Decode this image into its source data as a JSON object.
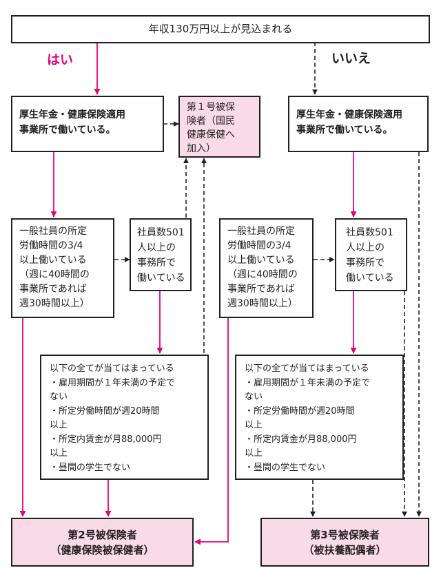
{
  "title_box": "年収130万円以上が見込まれる",
  "yes_label": "はい",
  "no_label": "いいえ",
  "left_employer": "厚生年金・健康保険適用\n事業所で働いている。",
  "first_insured": "第１号被保\n険者（国民\n健康保健へ\n加入）",
  "right_employer": "厚生年金・健康保険適用\n事業所で働いている。",
  "left_hours": "一般社員の所定\n労働時間の3/4\n以上働いている\n（週に40時間の\n事業所であれば\n週30時間以上）",
  "left_company": "社員数501\n人以上の\n事務所で\n働いている",
  "right_hours": "一般社員の所定\n労働時間の3/4\n以上働いている\n（週に40時間の\n事業所であれば\n週30時間以上）",
  "right_company": "社員数501\n人以上の\n事務所で\n働いている",
  "left_conditions": "以下の全てが当てはまっている\n・雇用期間が１年未満の予定で\nない\n・所定労働時間が週20時間\n以上\n・所定内賃金が月88,000円\n以上\n・昼間の学生でない",
  "right_conditions": "以下の全てが当てはまっている\n・雇用期間が１年未満の予定で\nない\n・所定労働時間が週20時間\n以上\n・所定内賃金が月88,000円\n以上\n・昼間の学生でない",
  "second_insured": "第2号被保険者\n（健康保険被保健者）",
  "third_insured": "第3号被保険者\n（被扶養配偶者）",
  "colors": {
    "pink_line": "#e4007f",
    "box_fill": "#f8dbe6",
    "ink": "#231f20"
  }
}
